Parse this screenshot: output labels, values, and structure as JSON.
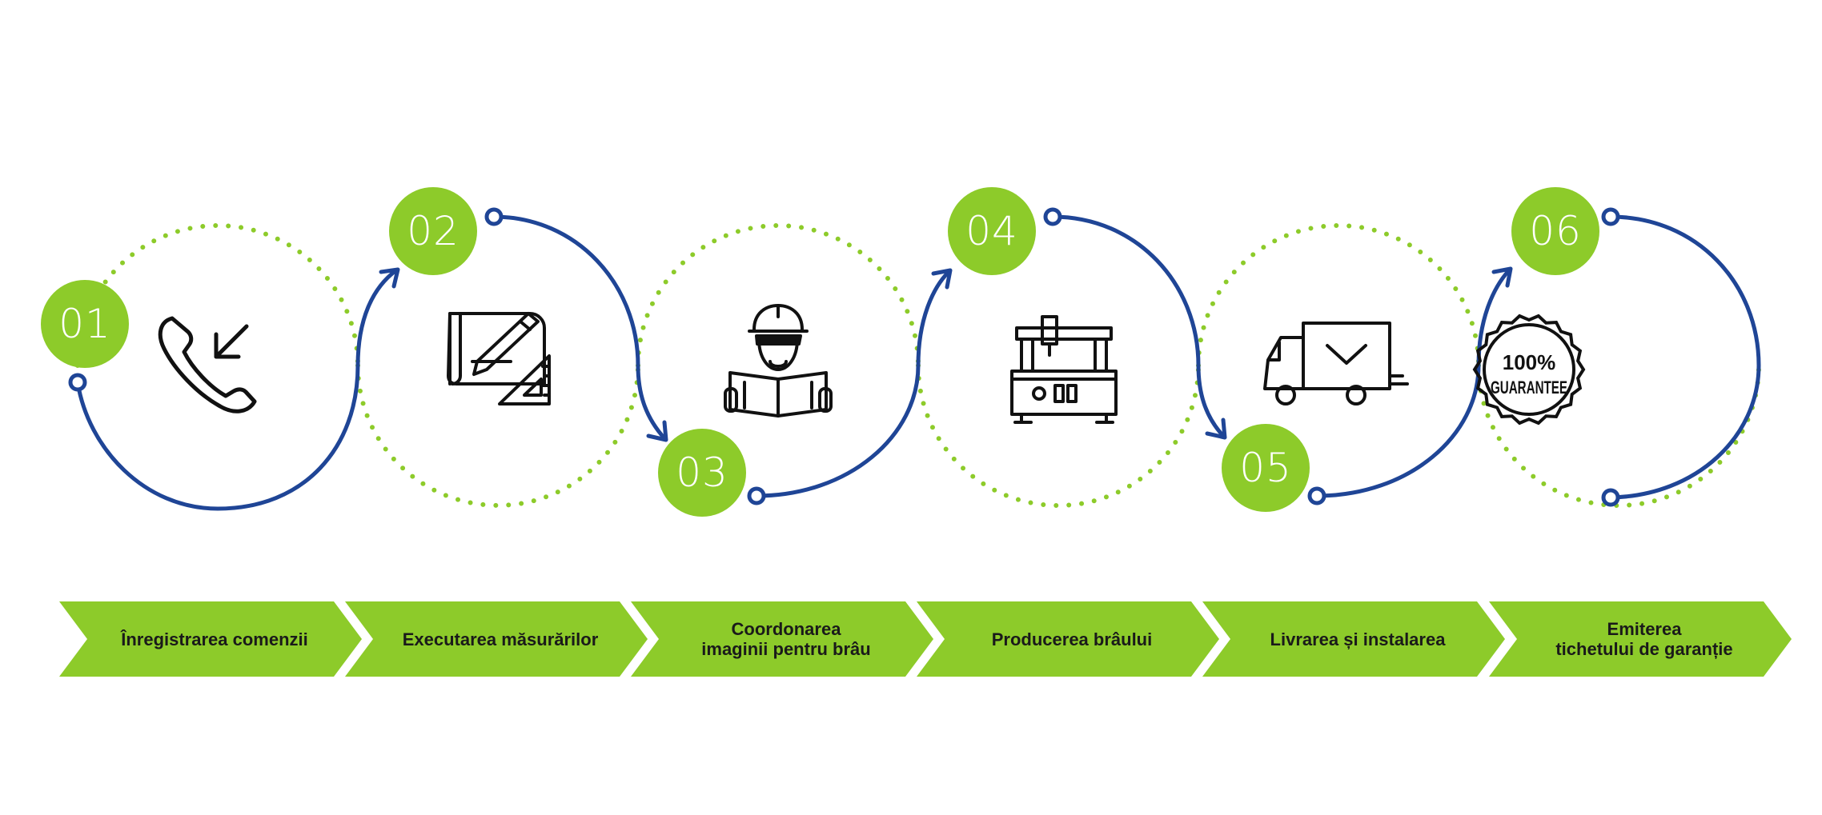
{
  "colors": {
    "accent_green": "#8dcb2a",
    "flow_blue": "#1f4596",
    "dot_green": "#8dcb2a",
    "icon_stroke": "#111111"
  },
  "steps": [
    {
      "number": "01",
      "label": "Înregistrarea comenzii",
      "icon": "incoming-call-icon"
    },
    {
      "number": "02",
      "label": "Executarea măsurărilor",
      "icon": "blueprint-pencil-icon"
    },
    {
      "number": "03",
      "label": "Coordonarea\nimaginii pentru brâu",
      "icon": "engineer-plan-icon"
    },
    {
      "number": "04",
      "label": "Producerea brâului",
      "icon": "cnc-machine-icon"
    },
    {
      "number": "05",
      "label": "Livrarea și instalarea",
      "icon": "delivery-truck-icon"
    },
    {
      "number": "06",
      "label": "Emiterea\ntichetului de garanție",
      "icon": "guarantee-seal-icon"
    }
  ],
  "guarantee_seal": {
    "line1": "100%",
    "line2": "GUARANTEE"
  }
}
